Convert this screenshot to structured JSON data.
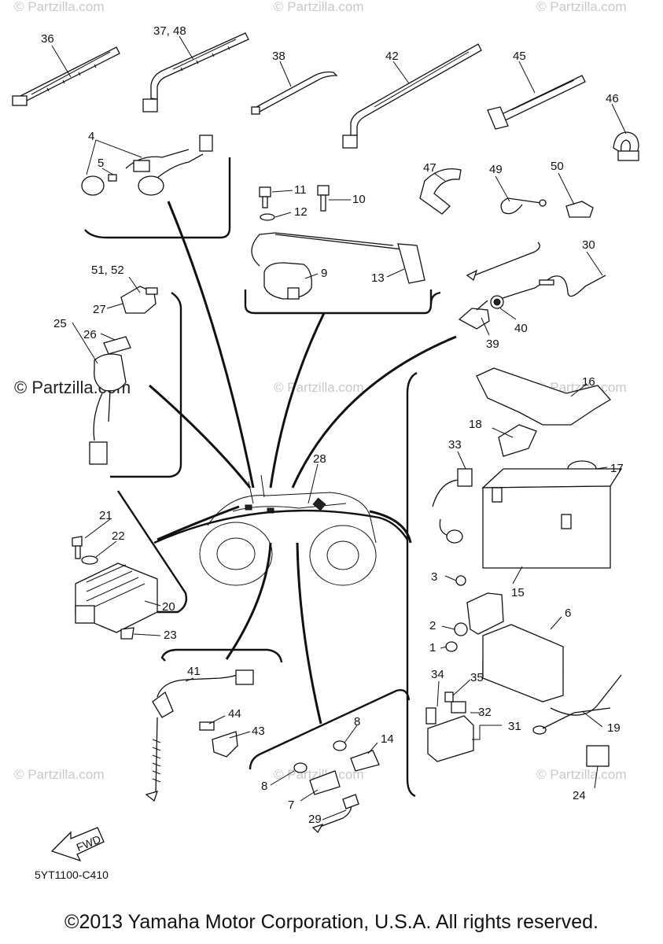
{
  "watermark": "© Partzilla.com",
  "watermark_main": "© Partzilla.com",
  "drawing_code": "5YT1100-C410",
  "fwd_label": "FWD",
  "copyright": "©2013 Yamaha Motor Corporation, U.S.A. All rights reserved.",
  "callouts": {
    "c1": "1",
    "c2": "2",
    "c3": "3",
    "c4": "4",
    "c5": "5",
    "c6": "6",
    "c7": "7",
    "c8a": "8",
    "c8b": "8",
    "c9": "9",
    "c10": "10",
    "c11": "11",
    "c12": "12",
    "c13": "13",
    "c14": "14",
    "c15": "15",
    "c16": "16",
    "c17": "17",
    "c18": "18",
    "c19": "19",
    "c20": "20",
    "c21": "21",
    "c22": "22",
    "c23": "23",
    "c24": "24",
    "c25": "25",
    "c26": "26",
    "c27": "27",
    "c28": "28",
    "c29": "29",
    "c30": "30",
    "c31": "31",
    "c32": "32",
    "c33": "33",
    "c34": "34",
    "c35": "35",
    "c36": "36",
    "c3748": "37, 48",
    "c38": "38",
    "c39": "39",
    "c40": "40",
    "c41": "41",
    "c42": "42",
    "c43": "43",
    "c44": "44",
    "c45": "45",
    "c46": "46",
    "c47": "47",
    "c49": "49",
    "c50": "50",
    "c5152": "51, 52"
  }
}
